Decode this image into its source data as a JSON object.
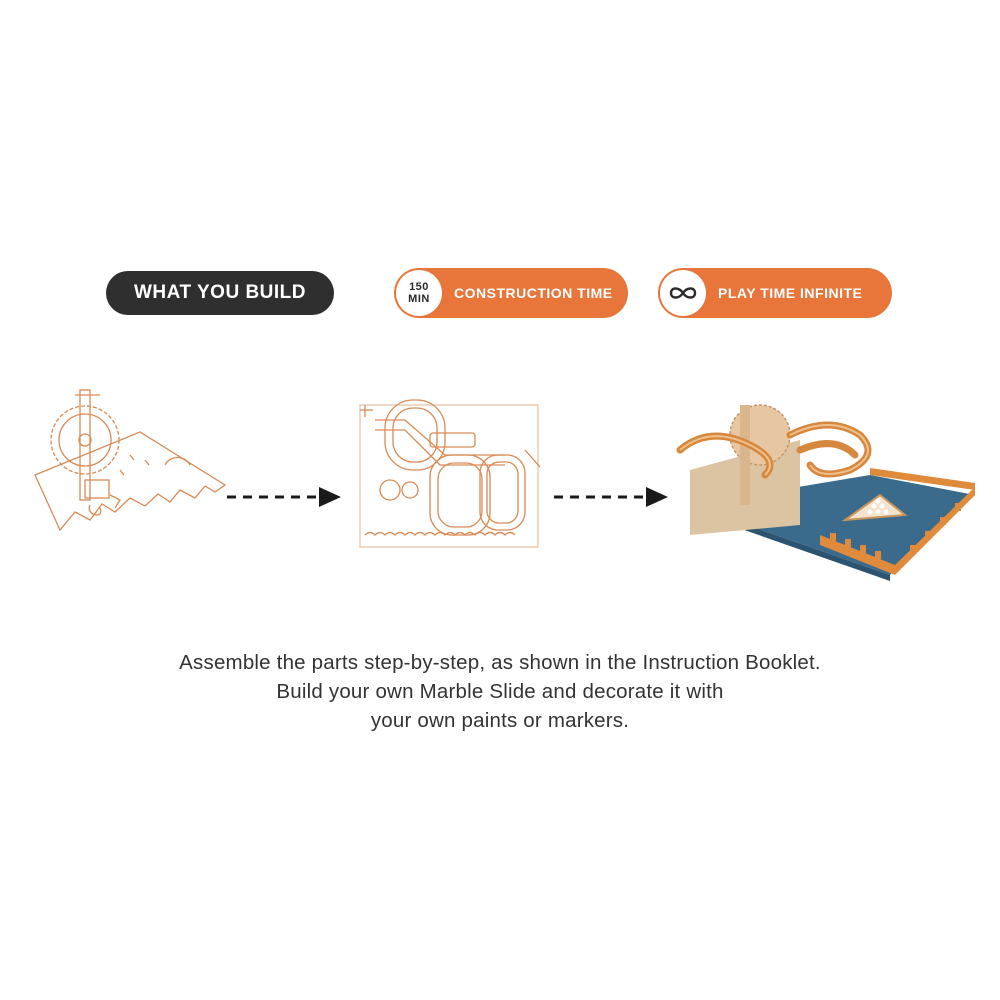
{
  "badges": {
    "what_you_build": "WHAT YOU BUILD",
    "construction": {
      "time_value": "150",
      "time_unit": "MIN",
      "label": "CONSTRUCTION TIME"
    },
    "playtime": {
      "symbol": "∞",
      "label": "PLAY TIME INFINITE"
    }
  },
  "caption": {
    "line1": "Assemble the parts step-by-step, as shown in the Instruction Booklet.",
    "line2": "Build your own Marble Slide and decorate it with",
    "line3": "your own paints or markers."
  },
  "colors": {
    "accent": "#e8763a",
    "dark_pill": "#2f2f2f",
    "line_art": "#d98a55",
    "wood": "#e0b88a",
    "base_blue": "#3a6a8c"
  },
  "icons": {
    "infinity": "infinity-icon",
    "arrow": "dashed-arrow-right-icon"
  }
}
